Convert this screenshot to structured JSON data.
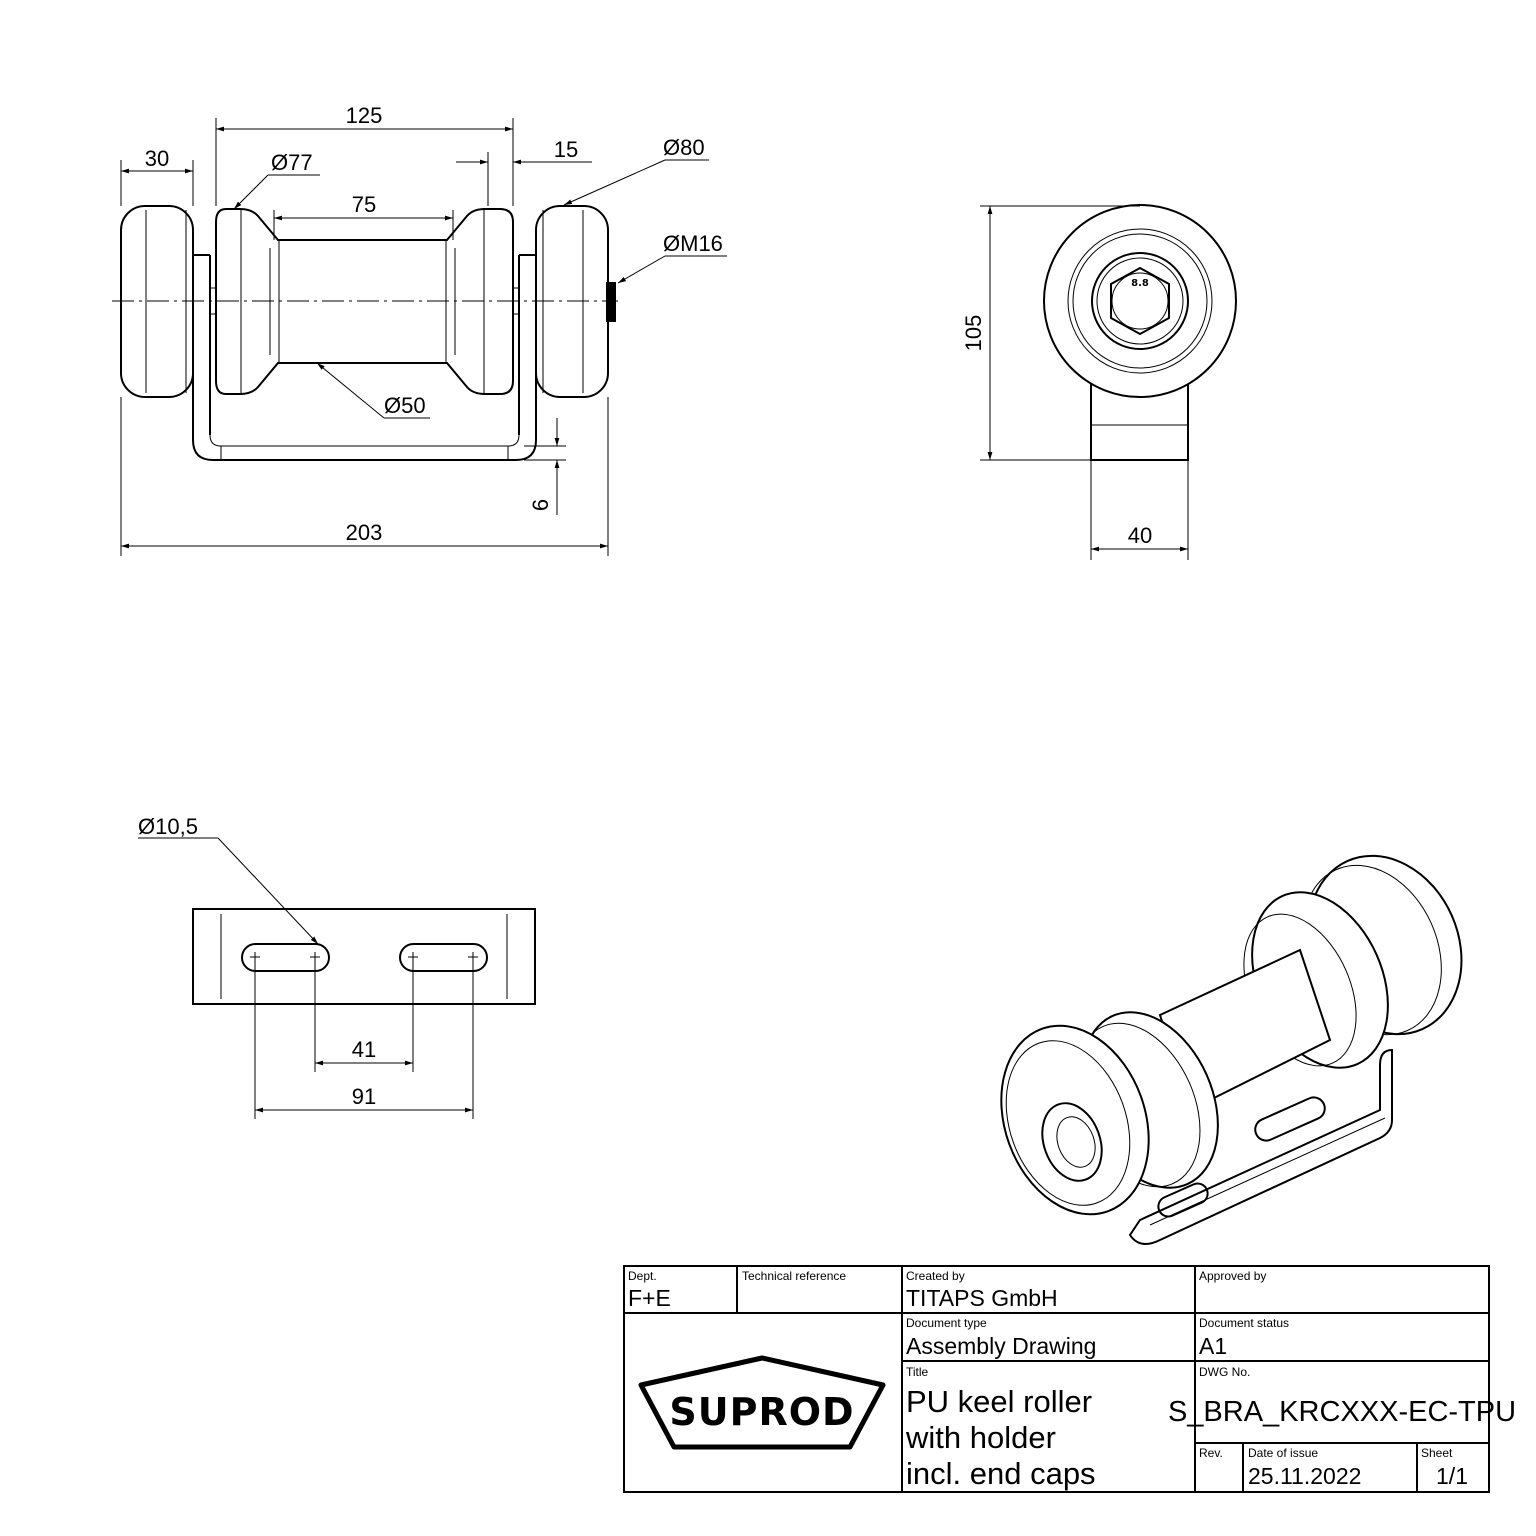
{
  "dimensions": {
    "front": {
      "d30": "30",
      "d125": "125",
      "d15": "15",
      "dia77": "Ø77",
      "dia80": "Ø80",
      "d75": "75",
      "diaM16": "ØM16",
      "dia50": "Ø50",
      "d6": "6",
      "d203": "203"
    },
    "side": {
      "d105": "105",
      "d40": "40"
    },
    "bottom": {
      "dia10_5": "Ø10,5",
      "d41": "41",
      "d91": "91"
    }
  },
  "title_block": {
    "dept_label": "Dept.",
    "dept_value": "F+E",
    "tech_ref_label": "Technical reference",
    "created_by_label": "Created by",
    "created_by_value": "TITAPS GmbH",
    "approved_by_label": "Approved by",
    "doc_type_label": "Document type",
    "doc_type_value": "Assembly Drawing",
    "doc_status_label": "Document status",
    "doc_status_value": "A1",
    "title_label": "Title",
    "title_line1": "PU keel roller",
    "title_line2": "with holder",
    "title_line3": "incl. end caps",
    "dwg_label": "DWG No.",
    "dwg_value": "S_BRA_KRCXXX-EC-TPU",
    "rev_label": "Rev.",
    "date_label": "Date of issue",
    "date_value": "25.11.2022",
    "sheet_label": "Sheet",
    "sheet_value": "1/1",
    "logo_text": "SUPROD"
  }
}
